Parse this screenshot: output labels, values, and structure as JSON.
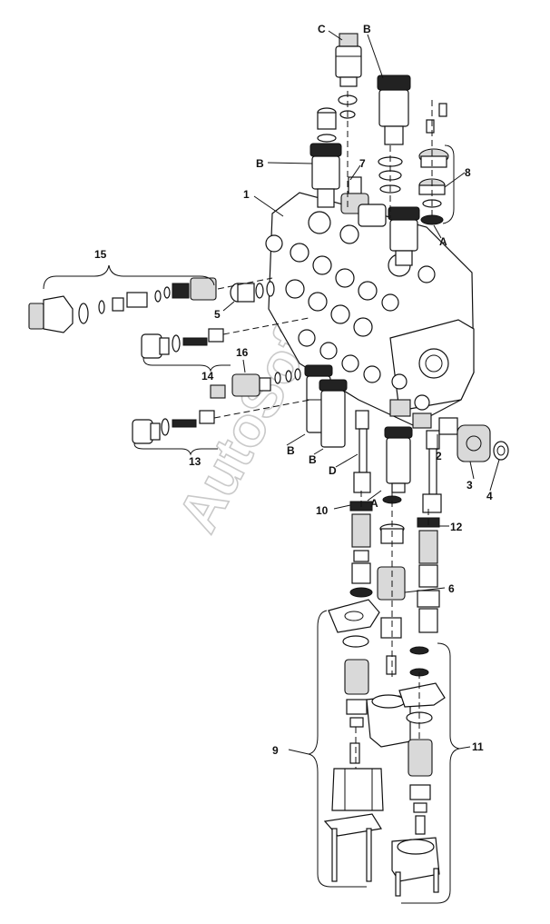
{
  "watermark": "AutoSoft",
  "labels": {
    "c": "C",
    "b_top": "B",
    "b_left": "B",
    "b_low1": "B",
    "b_low2": "B",
    "d": "D",
    "a_top": "A",
    "a_low": "A",
    "n1": "1",
    "n2": "2",
    "n3": "3",
    "n4": "4",
    "n5": "5",
    "n6": "6",
    "n7": "7",
    "n8": "8",
    "n9": "9",
    "n10": "10",
    "n11": "11",
    "n12": "12",
    "n13": "13",
    "n14": "14",
    "n15": "15",
    "n16": "16"
  }
}
